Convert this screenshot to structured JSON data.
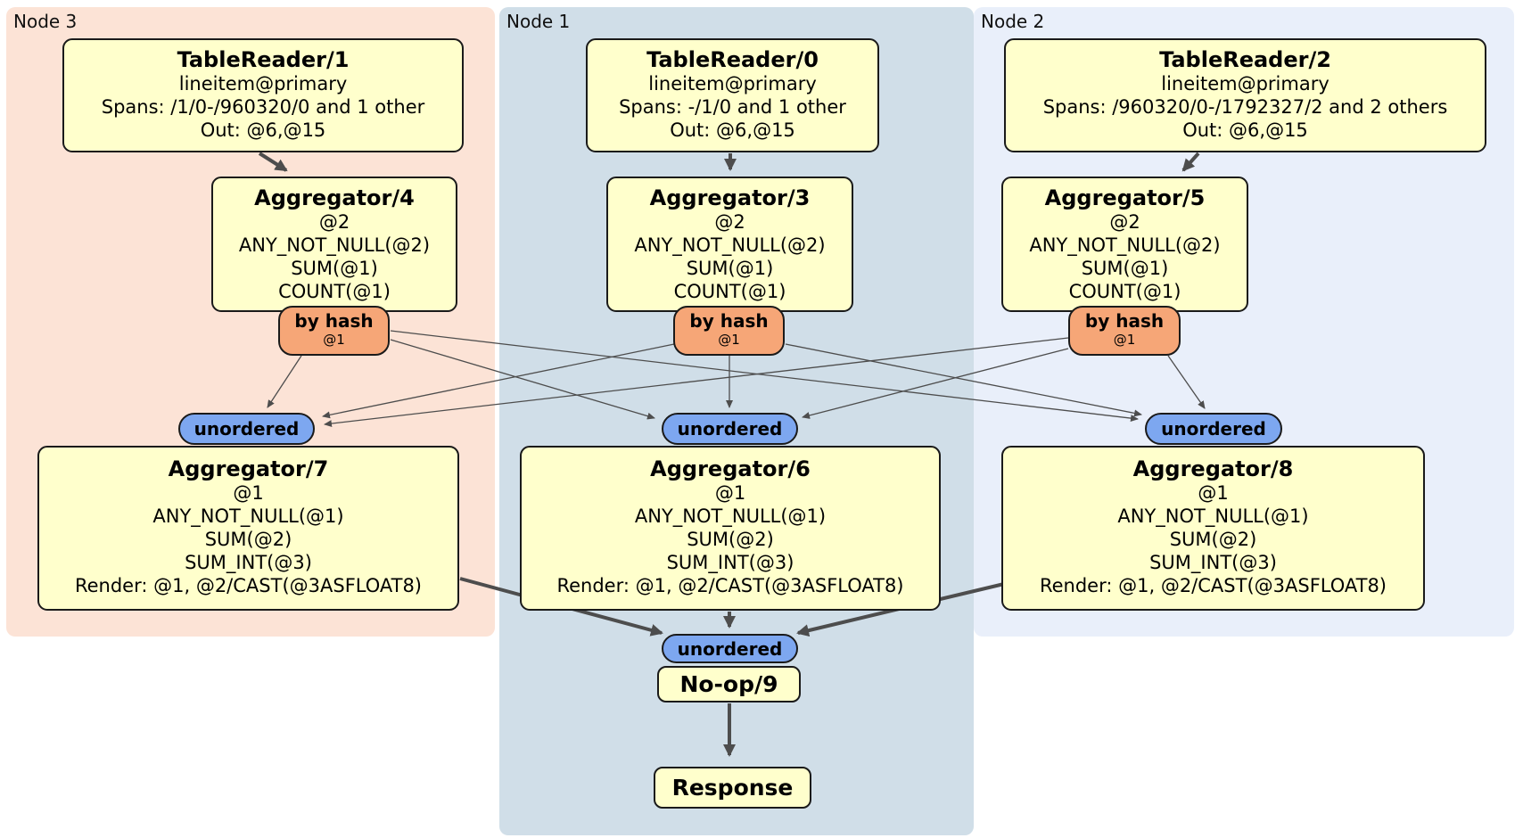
{
  "regions": [
    {
      "id": "node3",
      "label": "Node 3",
      "bg": "#fce3d6"
    },
    {
      "id": "node1",
      "label": "Node 1",
      "bg": "#d0dee8"
    },
    {
      "id": "node2",
      "label": "Node 2",
      "bg": "#e9effa"
    }
  ],
  "processors": {
    "tablereader1": {
      "title": "TableReader/1",
      "details": [
        "lineitem@primary",
        "Spans: /1/0-/960320/0 and 1 other",
        "Out: @6,@15"
      ]
    },
    "tablereader0": {
      "title": "TableReader/0",
      "details": [
        "lineitem@primary",
        "Spans: -/1/0 and 1 other",
        "Out: @6,@15"
      ]
    },
    "tablereader2": {
      "title": "TableReader/2",
      "details": [
        "lineitem@primary",
        "Spans: /960320/0-/1792327/2 and 2 others",
        "Out: @6,@15"
      ]
    },
    "aggregator4": {
      "title": "Aggregator/4",
      "details": [
        "@2",
        "ANY_NOT_NULL(@2)",
        "SUM(@1)",
        "COUNT(@1)"
      ]
    },
    "aggregator3": {
      "title": "Aggregator/3",
      "details": [
        "@2",
        "ANY_NOT_NULL(@2)",
        "SUM(@1)",
        "COUNT(@1)"
      ]
    },
    "aggregator5": {
      "title": "Aggregator/5",
      "details": [
        "@2",
        "ANY_NOT_NULL(@2)",
        "SUM(@1)",
        "COUNT(@1)"
      ]
    },
    "aggregator7": {
      "title": "Aggregator/7",
      "details": [
        "@1",
        "ANY_NOT_NULL(@1)",
        "SUM(@2)",
        "SUM_INT(@3)",
        "Render: @1, @2/CAST(@3ASFLOAT8)"
      ]
    },
    "aggregator6": {
      "title": "Aggregator/6",
      "details": [
        "@1",
        "ANY_NOT_NULL(@1)",
        "SUM(@2)",
        "SUM_INT(@3)",
        "Render: @1, @2/CAST(@3ASFLOAT8)"
      ]
    },
    "aggregator8": {
      "title": "Aggregator/8",
      "details": [
        "@1",
        "ANY_NOT_NULL(@1)",
        "SUM(@2)",
        "SUM_INT(@3)",
        "Render: @1, @2/CAST(@3ASFLOAT8)"
      ]
    },
    "noop9": {
      "title": "No-op/9"
    },
    "response": {
      "title": "Response"
    }
  },
  "routers": [
    {
      "id": "by-hash-4",
      "label": "by hash",
      "hash_key": "@1"
    },
    {
      "id": "by-hash-3",
      "label": "by hash",
      "hash_key": "@1"
    },
    {
      "id": "by-hash-5",
      "label": "by hash",
      "hash_key": "@1"
    }
  ],
  "streams": [
    {
      "id": "unordered-into-aggregator7",
      "label": "unordered"
    },
    {
      "id": "unordered-into-aggregator6",
      "label": "unordered"
    },
    {
      "id": "unordered-into-aggregator8",
      "label": "unordered"
    },
    {
      "id": "unordered-into-noop9",
      "label": "unordered"
    }
  ],
  "edges": [
    {
      "from": "tablereader1",
      "to": "aggregator4"
    },
    {
      "from": "tablereader0",
      "to": "aggregator3"
    },
    {
      "from": "tablereader2",
      "to": "aggregator5"
    },
    {
      "from": "by-hash-4",
      "to": "unordered-into-aggregator7"
    },
    {
      "from": "by-hash-4",
      "to": "unordered-into-aggregator6"
    },
    {
      "from": "by-hash-4",
      "to": "unordered-into-aggregator8"
    },
    {
      "from": "by-hash-3",
      "to": "unordered-into-aggregator7"
    },
    {
      "from": "by-hash-3",
      "to": "unordered-into-aggregator6"
    },
    {
      "from": "by-hash-3",
      "to": "unordered-into-aggregator8"
    },
    {
      "from": "by-hash-5",
      "to": "unordered-into-aggregator7"
    },
    {
      "from": "by-hash-5",
      "to": "unordered-into-aggregator6"
    },
    {
      "from": "by-hash-5",
      "to": "unordered-into-aggregator8"
    },
    {
      "from": "aggregator7",
      "to": "unordered-into-noop9"
    },
    {
      "from": "aggregator6",
      "to": "unordered-into-noop9"
    },
    {
      "from": "aggregator8",
      "to": "unordered-into-noop9"
    },
    {
      "from": "noop9",
      "to": "response"
    }
  ],
  "colors": {
    "node3_bg": "#fce3d6",
    "node1_bg": "#d0dee8",
    "node2_bg": "#e9effa",
    "processor_fill": "#ffffcc",
    "processor_border": "#1a1a1a",
    "router_fill": "#f6a677",
    "stream_fill": "#7da7f0",
    "edge_color": "#4d4d4d"
  }
}
